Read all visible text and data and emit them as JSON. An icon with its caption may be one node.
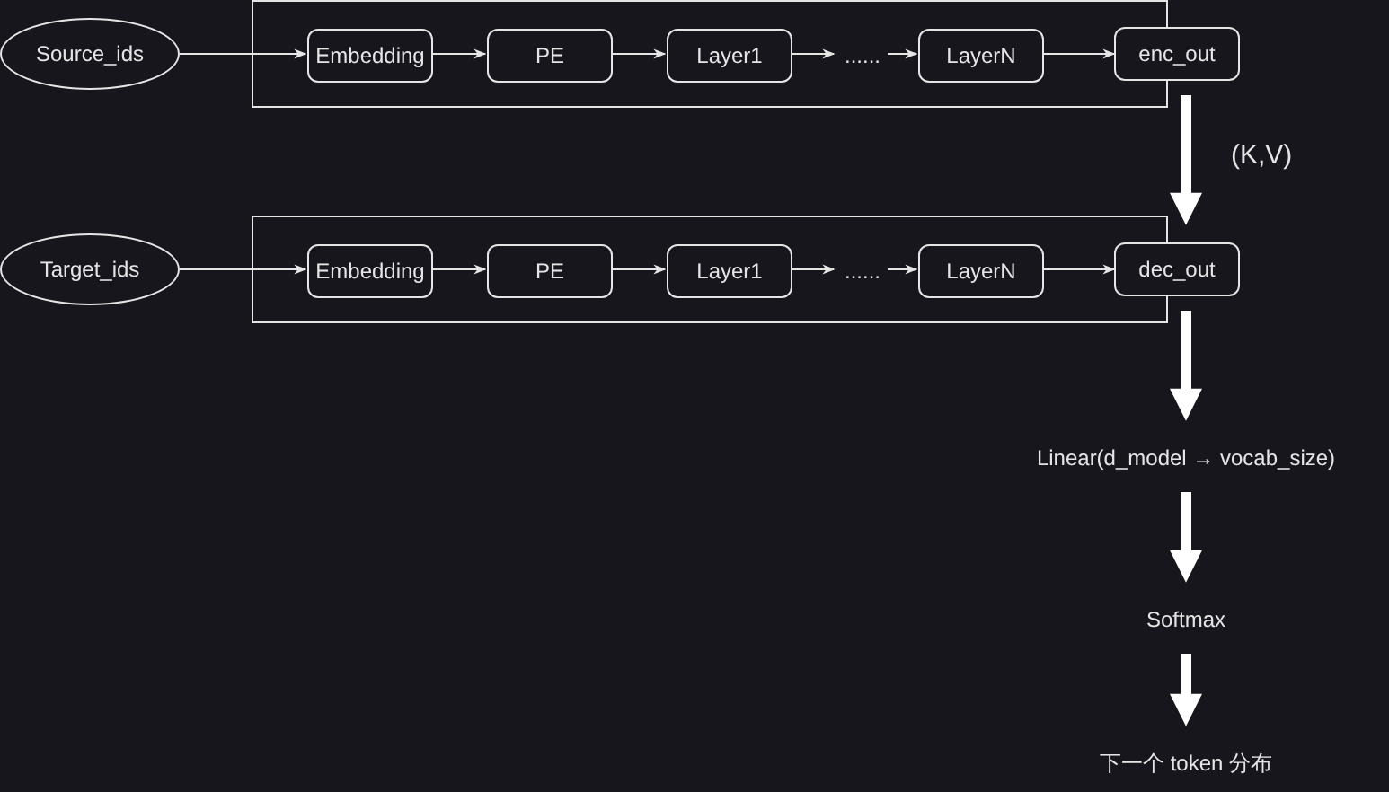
{
  "diagram": {
    "nodes": [
      {
        "text": [
          "Source_ids"
        ]
      },
      {
        "text": [],
        "shape": "box"
      },
      {
        "text": [
          "Embedding"
        ],
        "in": 1
      },
      {
        "text": [
          "PE"
        ],
        "in": 1
      },
      {
        "text": [
          "Layer1"
        ],
        "in": 1
      },
      {
        "text": [
          "......"
        ],
        "in": 1
      },
      {
        "text": [
          "LayerN"
        ],
        "in": 1
      },
      {
        "text": [
          "enc_out"
        ]
      },
      {
        "text": [
          "Target_ids"
        ]
      },
      {
        "text": [],
        "shape": "box"
      },
      {
        "text": [
          "Embedding"
        ],
        "in": 9
      },
      {
        "text": [
          "PE"
        ],
        "in": 9
      },
      {
        "text": [
          "Layer1"
        ],
        "in": 9
      },
      {
        "text": [
          "......"
        ],
        "in": 9
      },
      {
        "text": [
          "LayerN"
        ],
        "in": 9
      },
      {
        "text": [
          "dec_out"
        ]
      },
      {
        "text": [
          "Linear(d_model → vocab_size)"
        ]
      },
      {
        "text": [
          "Softmax"
        ]
      },
      {
        "text": [
          "下一个 token 分布"
        ]
      }
    ],
    "edges": [
      {
        "from": 0,
        "to": 2,
        "arrow": "to"
      },
      {
        "from": 2,
        "to": 3,
        "arrow": "to"
      },
      {
        "from": 3,
        "to": 4,
        "arrow": "to"
      },
      {
        "from": 4,
        "to": 5,
        "arrow": "to"
      },
      {
        "from": 5,
        "to": 6,
        "arrow": "to"
      },
      {
        "from": 6,
        "to": 7,
        "arrow": "to"
      },
      {
        "from": 7,
        "to": 15,
        "arrow": "to",
        "label": "(K,V)",
        "style": "thick"
      },
      {
        "from": 8,
        "to": 10,
        "arrow": "to"
      },
      {
        "from": 10,
        "to": 11,
        "arrow": "to"
      },
      {
        "from": 11,
        "to": 12,
        "arrow": "to"
      },
      {
        "from": 12,
        "to": 13,
        "arrow": "to"
      },
      {
        "from": 13,
        "to": 14,
        "arrow": "to"
      },
      {
        "from": 14,
        "to": 15,
        "arrow": "to"
      },
      {
        "from": 15,
        "to": 16,
        "arrow": "to",
        "style": "thick"
      },
      {
        "from": 16,
        "to": 17,
        "arrow": "to",
        "style": "thick"
      },
      {
        "from": 17,
        "to": 18,
        "arrow": "to",
        "style": "thick"
      }
    ]
  }
}
